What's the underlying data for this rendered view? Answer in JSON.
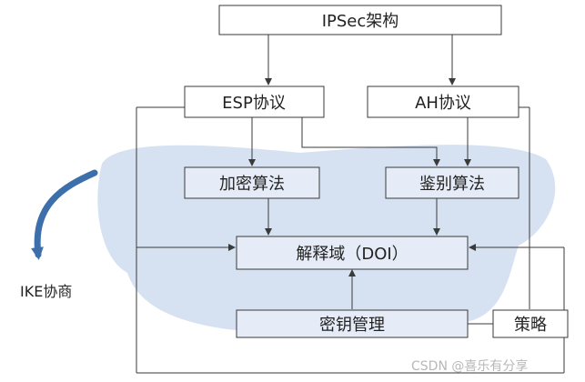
{
  "nodes": {
    "ipsec": "IPSec架构",
    "esp": "ESP协议",
    "ah": "AH协议",
    "encrypt": "加密算法",
    "auth": "鉴别算法",
    "doi": "解释域（DOI）",
    "key": "密钥管理",
    "policy": "策略"
  },
  "side_label": "IKE协商",
  "watermark": "CSDN @喜乐有分享",
  "colors": {
    "line": "#3a3a3a",
    "node_fill": "#ffffff",
    "inner_fill": "#e6ecf7",
    "blob": "#cfdcf0",
    "curved_arrow": "#3d6faa"
  }
}
